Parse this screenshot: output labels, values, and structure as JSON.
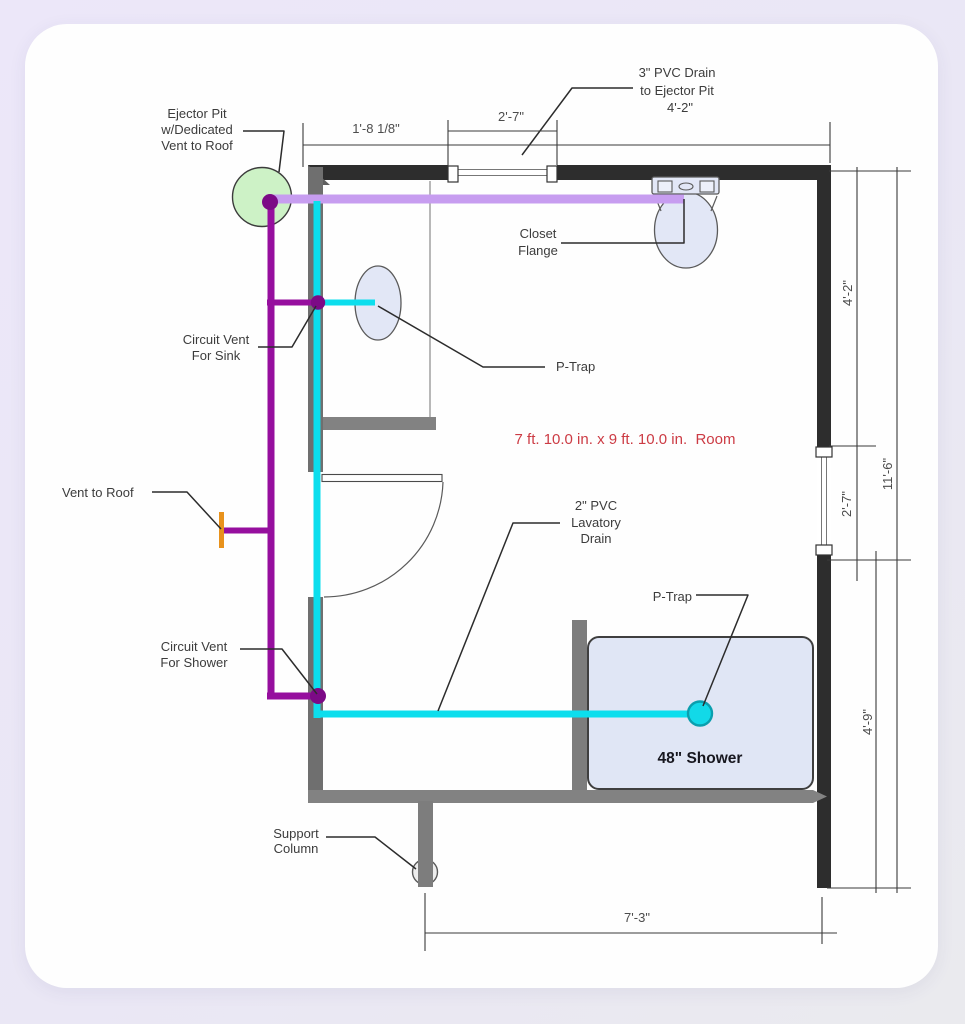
{
  "diagram": {
    "labels": {
      "ejector_pit": [
        "Ejector Pit",
        "w/Dedicated",
        "Vent to Roof"
      ],
      "pvc_drain": [
        "3\" PVC Drain",
        "to Ejector Pit",
        "4'-2\""
      ],
      "closet_flange": [
        "Closet",
        "Flange"
      ],
      "circuit_vent_sink": [
        "Circuit Vent",
        "For Sink"
      ],
      "p_trap_sink": "P-Trap",
      "vent_to_roof": "Vent to Roof",
      "room_size": "7 ft. 10.0 in. x 9 ft. 10.0 in.  Room",
      "lavatory_drain": [
        "2\" PVC",
        "Lavatory",
        "Drain"
      ],
      "circuit_vent_shower": [
        "Circuit Vent",
        "For Shower"
      ],
      "p_trap_shower": "P-Trap",
      "shower": "48\" Shower",
      "support_column": [
        "Support",
        "Column"
      ]
    },
    "dimensions": {
      "top_left_wall": "1'-8 1/8\"",
      "top_window": "2'-7\"",
      "right_upper": "4'-2\"",
      "right_window": "2'-7\"",
      "right_overall": "11'-6\"",
      "right_lower": "4'-9\"",
      "bottom": "7'-3\""
    },
    "colors": {
      "background": "#eae7f5",
      "card": "#fefefe",
      "wall_dark": "#2d2d2d",
      "wall_gray": "#6f6f6f",
      "drain_cyan": "#0cdeed",
      "vent_purple": "#960f9e",
      "junction_purple": "#7c0a86",
      "sewer_lavender": "#c79df0",
      "pit_green": "#cdf2c6",
      "vent_orange": "#e8921c",
      "fixture_fill": "#e2e7f6",
      "room_text_red": "#cc3b44"
    }
  }
}
